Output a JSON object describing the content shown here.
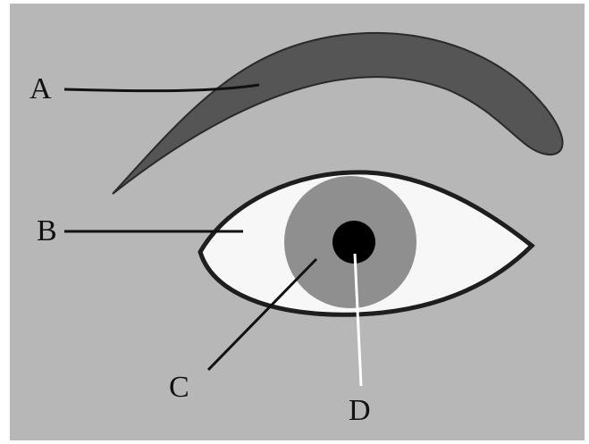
{
  "labels": {
    "a": "A",
    "b": "B",
    "c": "C",
    "d": "D"
  },
  "colors": {
    "background": "#b7b7b7",
    "eyebrow": "#555555",
    "sclera": "#f7f7f7",
    "iris": "#8f8f8f",
    "pupil": "#000000",
    "outline": "#1e1e1e"
  }
}
